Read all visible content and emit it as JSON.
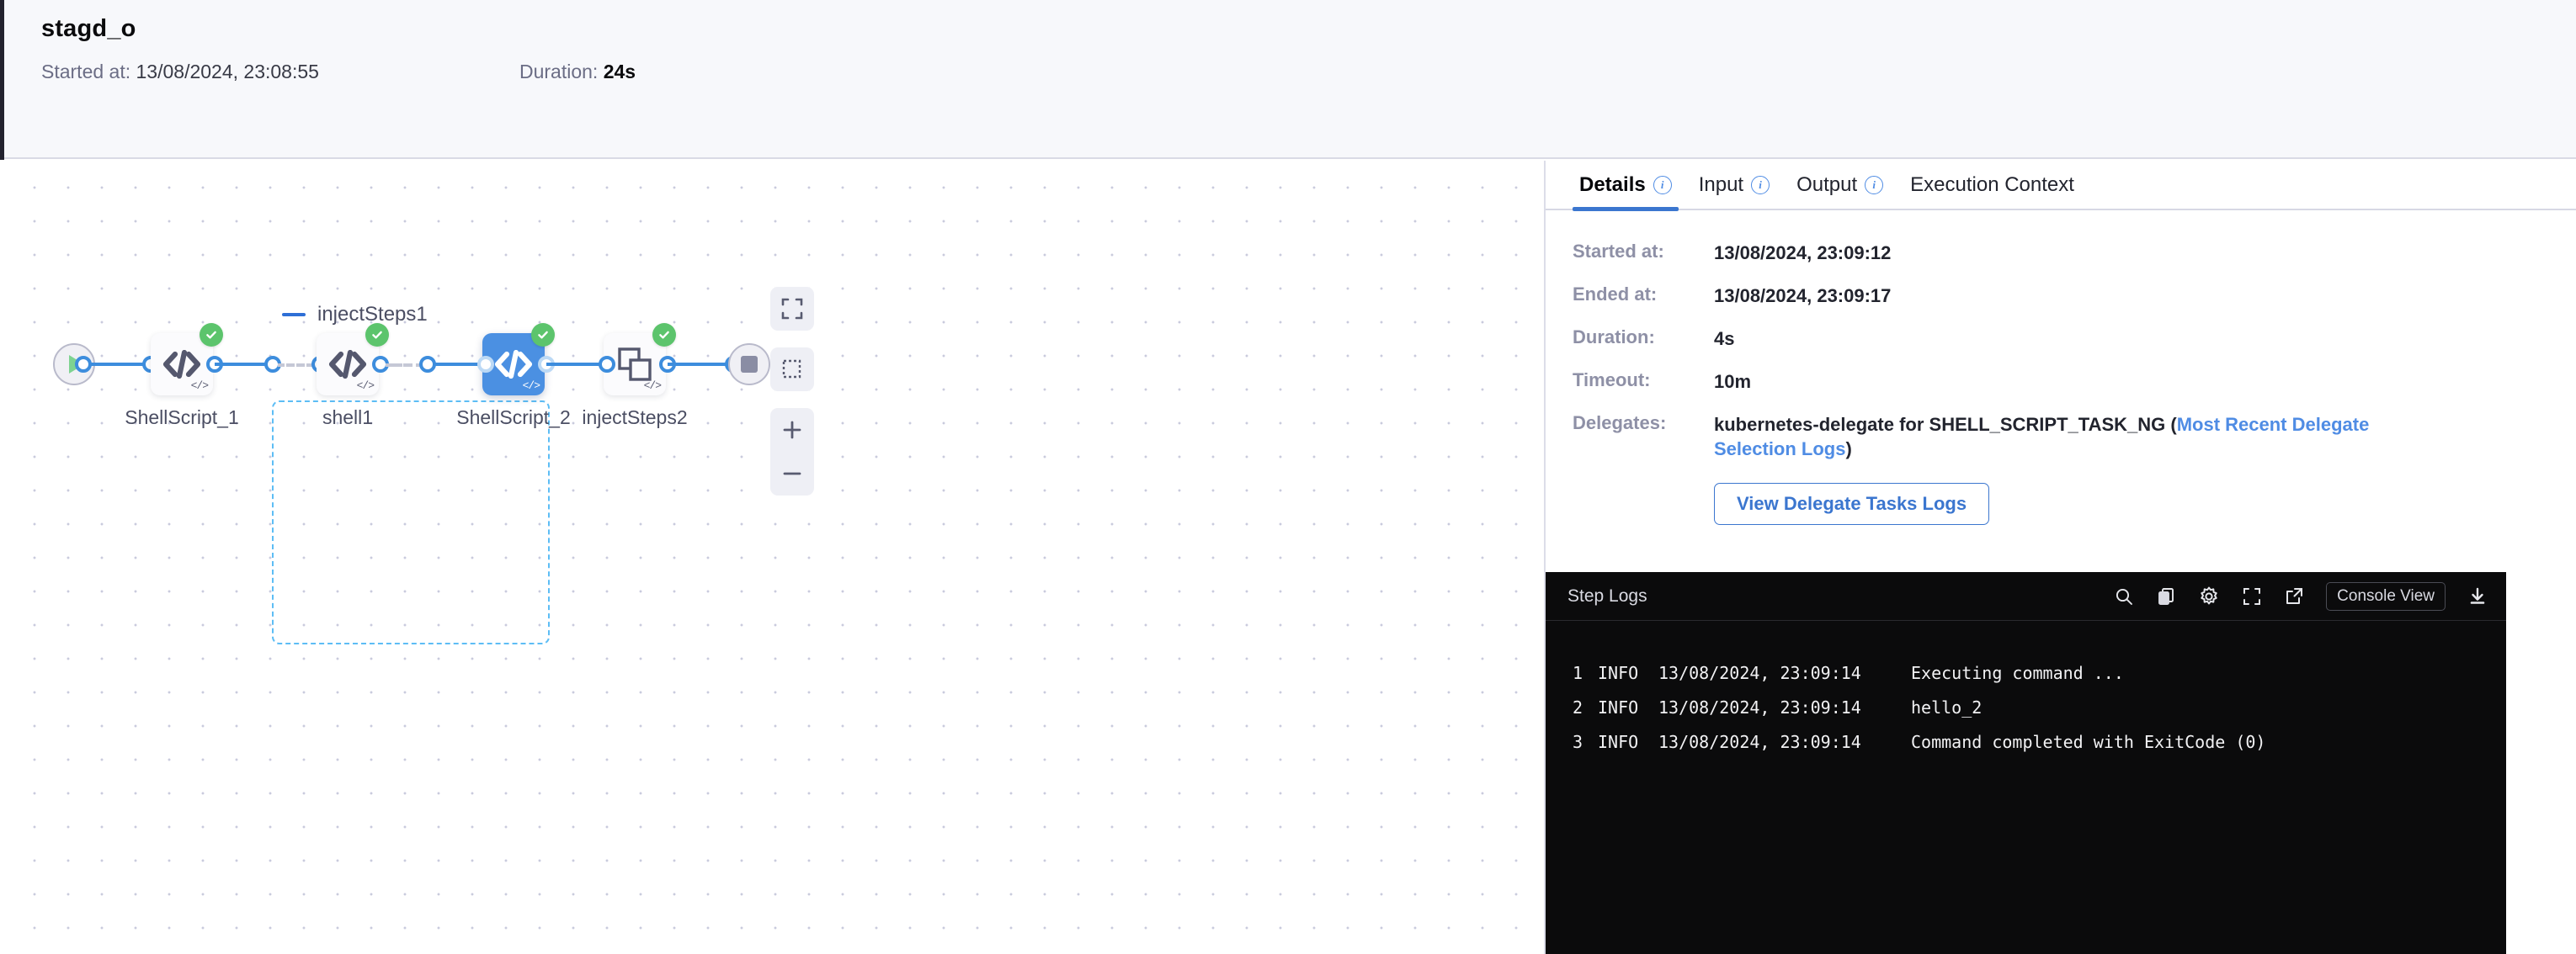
{
  "header": {
    "title": "stagd_o",
    "started_label": "Started at:",
    "started_value": "13/08/2024, 23:08:55",
    "duration_label": "Duration:",
    "duration_value": "24s"
  },
  "canvas": {
    "group": {
      "title": "injectSteps1"
    },
    "nodes": [
      {
        "label": "ShellScript_1",
        "icon": "code-icon",
        "status": "success",
        "corner": "</>"
      },
      {
        "label": "shell1",
        "icon": "code-icon",
        "status": "success",
        "corner": "</>"
      },
      {
        "label": "ShellScript_2",
        "icon": "code-icon",
        "status": "success",
        "corner": "</>"
      },
      {
        "label": "injectSteps2",
        "icon": "copy-squares-icon",
        "status": "success",
        "corner": "</>"
      }
    ],
    "controls": [
      {
        "name": "fit-screen-icon"
      },
      {
        "name": "selection-box-icon"
      },
      {
        "name": "zoom-in-icon"
      },
      {
        "name": "zoom-out-icon"
      }
    ]
  },
  "right_panel": {
    "tabs": [
      {
        "label": "Details",
        "info": true,
        "active": true
      },
      {
        "label": "Input",
        "info": true,
        "active": false
      },
      {
        "label": "Output",
        "info": true,
        "active": false
      },
      {
        "label": "Execution Context",
        "info": false,
        "active": false
      }
    ],
    "details": {
      "started_label": "Started at:",
      "started_value": "13/08/2024, 23:09:12",
      "ended_label": "Ended at:",
      "ended_value": "13/08/2024, 23:09:17",
      "duration_label": "Duration:",
      "duration_value": "4s",
      "timeout_label": "Timeout:",
      "timeout_value": "10m",
      "delegates_label": "Delegates:",
      "delegates_value": "kubernetes-delegate for SHELL_SCRIPT_TASK_NG (",
      "delegates_link": "Most Recent Delegate Selection Logs",
      "delegates_value_end": ")",
      "delegate_logs_button": "View Delegate Tasks Logs"
    },
    "console": {
      "title": "Step Logs",
      "console_view_button": "Console View",
      "icons": [
        "search-icon",
        "copy-icon",
        "gear-icon",
        "expand-icon",
        "external-link-icon",
        "download-icon"
      ],
      "lines": [
        {
          "num": "1",
          "level": "INFO",
          "time": "13/08/2024, 23:09:14",
          "message": "Executing command ..."
        },
        {
          "num": "2",
          "level": "INFO",
          "time": "13/08/2024, 23:09:14",
          "message": "hello_2"
        },
        {
          "num": "3",
          "level": "INFO",
          "time": "13/08/2024, 23:09:14",
          "message": "Command completed with ExitCode (0)"
        }
      ]
    }
  },
  "colors": {
    "accent_blue": "#3d8ddd",
    "selected_node": "#4b90e2",
    "success_green": "#5cc46c",
    "group_border": "#5dbdf5",
    "link_blue": "#4f8ce4"
  }
}
